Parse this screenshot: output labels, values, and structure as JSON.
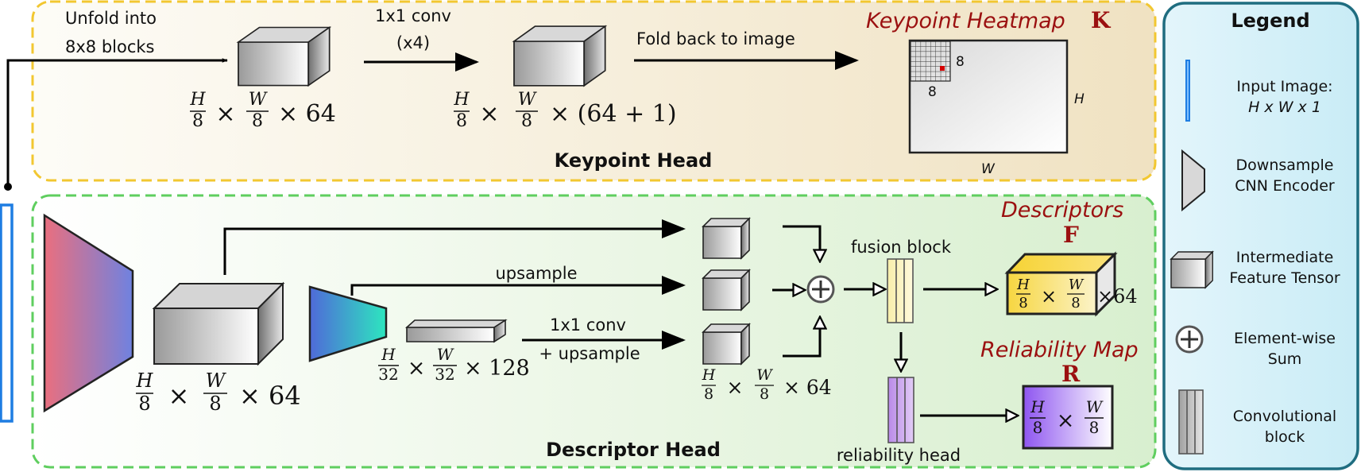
{
  "keypoint_head": {
    "title": "Keypoint Head",
    "unfold_line1": "Unfold into",
    "unfold_line2": "8x8 blocks",
    "conv_line1": "1x1 conv",
    "conv_line2": "(x4)",
    "fold": "Fold back to image",
    "heatmap_title": "Keypoint Heatmap",
    "heatmap_symbol": "K",
    "cell_w": "8",
    "cell_h": "8",
    "dim_h": "H",
    "dim_w": "W",
    "tensor1": {
      "n1": "H",
      "d1": "8",
      "n2": "W",
      "d2": "8",
      "tail": "× 64"
    },
    "tensor2": {
      "n1": "H",
      "d1": "8",
      "n2": "W",
      "d2": "8",
      "tail": "× (64 + 1)"
    }
  },
  "descriptor_head": {
    "title": "Descriptor Head",
    "upsample": "upsample",
    "conv_line1": "1x1 conv",
    "conv_line2": "+ upsample",
    "fusion": "fusion block",
    "reliability_head": "reliability head",
    "descriptors_title": "Descriptors",
    "descriptors_symbol": "F",
    "reliability_title": "Reliability Map",
    "reliability_symbol": "R",
    "enc_tensor": {
      "n1": "H",
      "d1": "8",
      "n2": "W",
      "d2": "8",
      "tail": "× 64"
    },
    "deep_tensor": {
      "n1": "H",
      "d1": "32",
      "n2": "W",
      "d2": "32",
      "tail": "× 128"
    },
    "branch_tensor": {
      "n1": "H",
      "d1": "8",
      "n2": "W",
      "d2": "8",
      "tail": "× 64"
    },
    "f_tensor": {
      "n1": "H",
      "d1": "8",
      "n2": "W",
      "d2": "8",
      "tail": "×64"
    },
    "r_tensor": {
      "n1": "H",
      "d1": "8",
      "n2": "W",
      "d2": "8"
    }
  },
  "legend": {
    "title": "Legend",
    "items": [
      {
        "line1": "Input Image:",
        "line2": "H x W x 1"
      },
      {
        "line1": "Downsample",
        "line2": "CNN Encoder"
      },
      {
        "line1": "Intermediate",
        "line2": "Feature Tensor"
      },
      {
        "line1": "Element-wise",
        "line2": "Sum"
      },
      {
        "line1": "Convolutional",
        "line2": "block"
      }
    ]
  },
  "colors": {
    "keypoint_border": "#f2c731",
    "descriptor_border": "#5fce5f",
    "legend_border": "#1f6d80",
    "accent_red": "#9b1010",
    "input_blue": "#1e7de2",
    "descriptor_yellow": "#f7d640",
    "reliability_purple": "#9460ee",
    "fusion_yellow": "#f8eeaa",
    "rel_block_purple": "#caa8ee"
  }
}
